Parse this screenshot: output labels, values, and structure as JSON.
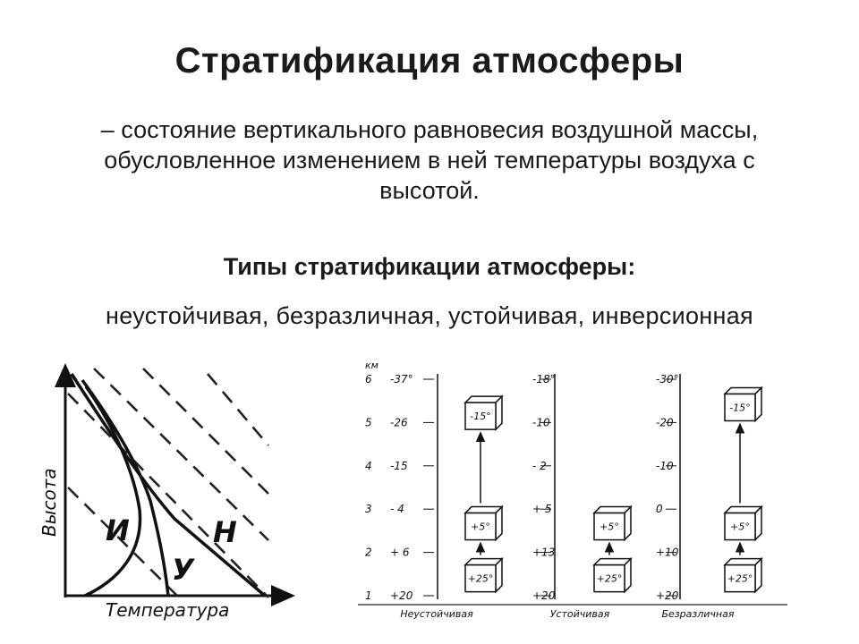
{
  "title": "Стратификация атмосферы",
  "definition": "– состояние вертикального равновесия воздушной массы, обусловленное изменением в ней температуры воздуха с высотой.",
  "subtitle": "Типы стратификации атмосферы:",
  "types_list": "неустойчивая, безразличная, устойчивая, инверсионная",
  "left_diagram": {
    "y_axis_label": "Высота",
    "x_axis_label": "Температура",
    "curve_labels": {
      "inversion": "И",
      "stable": "У",
      "unstable": "Н"
    }
  },
  "right_diagram": {
    "height_unit": "км",
    "heights": [
      "6",
      "5",
      "4",
      "3",
      "2",
      "1"
    ],
    "columns": [
      {
        "name": "Неустойчивая",
        "scale": [
          "-37°",
          "-26",
          "-15",
          "- 4",
          "+ 6",
          "+20"
        ],
        "parcels": [
          "-15°",
          "+5°",
          "+25°"
        ]
      },
      {
        "name": "Устойчивая",
        "scale": [
          "-18°",
          "-10",
          "- 2",
          "+ 5",
          "+13",
          "+20"
        ],
        "parcels": [
          "+5°",
          "+25°"
        ]
      },
      {
        "name": "Безразличная",
        "scale": [
          "-30°",
          "-20",
          "-10",
          "0",
          "+10",
          "+20"
        ],
        "parcels": [
          "-15°",
          "+5°",
          "+25°"
        ]
      }
    ]
  }
}
